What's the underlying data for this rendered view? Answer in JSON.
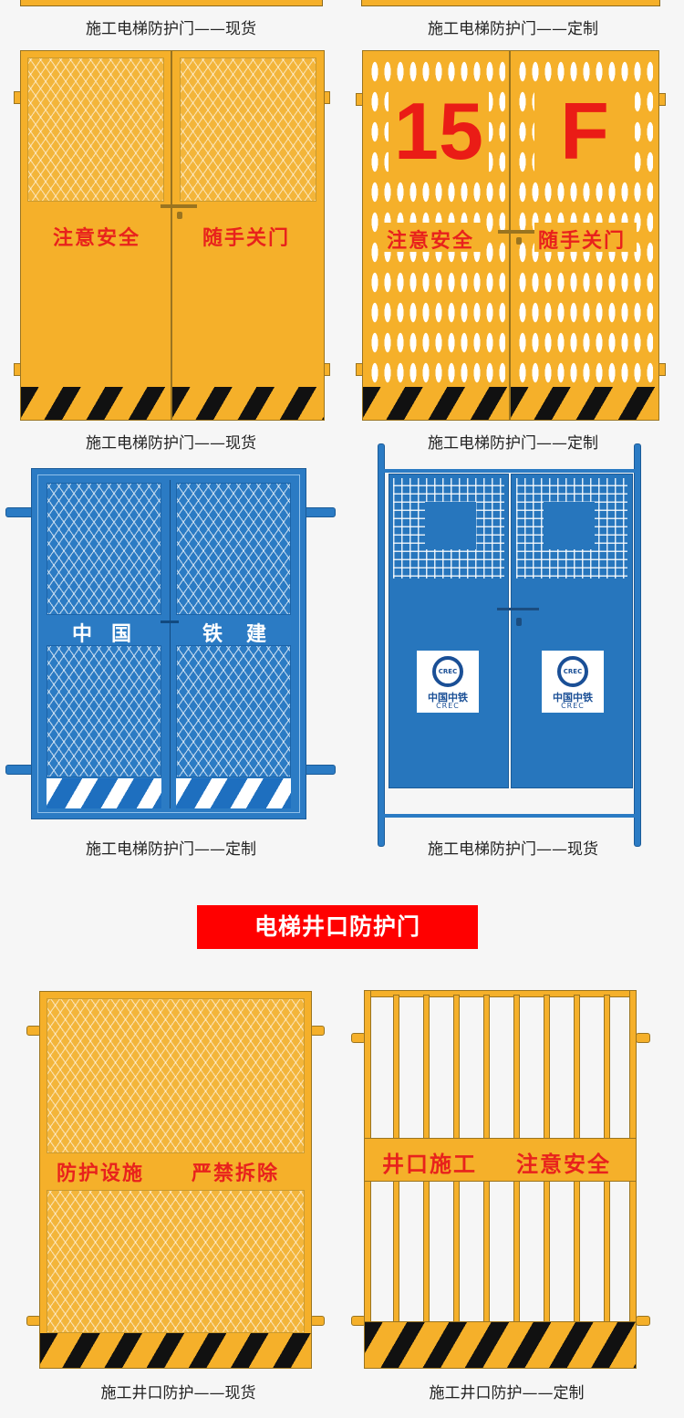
{
  "colors": {
    "yellow": "#f5b02a",
    "blue": "#2b7bc4",
    "red_text": "#e8221c",
    "banner_red": "#ff0000"
  },
  "captions": {
    "top_left": "施工电梯防护门——现货",
    "top_right": "施工电梯防护门——定制",
    "row1_left": "施工电梯防护门——现货",
    "row1_right": "施工电梯防护门——定制",
    "row2_left": "施工电梯防护门——定制",
    "row2_right": "施工电梯防护门——现货",
    "row3_left": "施工井口防护——现货",
    "row3_right": "施工井口防护——定制"
  },
  "door1": {
    "sign_left": "注意安全",
    "sign_right": "随手关门"
  },
  "door2": {
    "floor_number": "15",
    "floor_letter": "F",
    "sign_left": "注意安全",
    "sign_right": "随手关门"
  },
  "door3": {
    "band_chars": [
      "中",
      "国",
      "铁",
      "建"
    ]
  },
  "door4": {
    "logo_text": "中国中铁",
    "logo_subtext": "CREC",
    "logo_mark": "CREC"
  },
  "section_banner": "电梯井口防护门",
  "door5": {
    "sign_left": "防护设施",
    "sign_right": "严禁拆除"
  },
  "door6": {
    "sign_left": "井口施工",
    "sign_right": "注意安全"
  }
}
